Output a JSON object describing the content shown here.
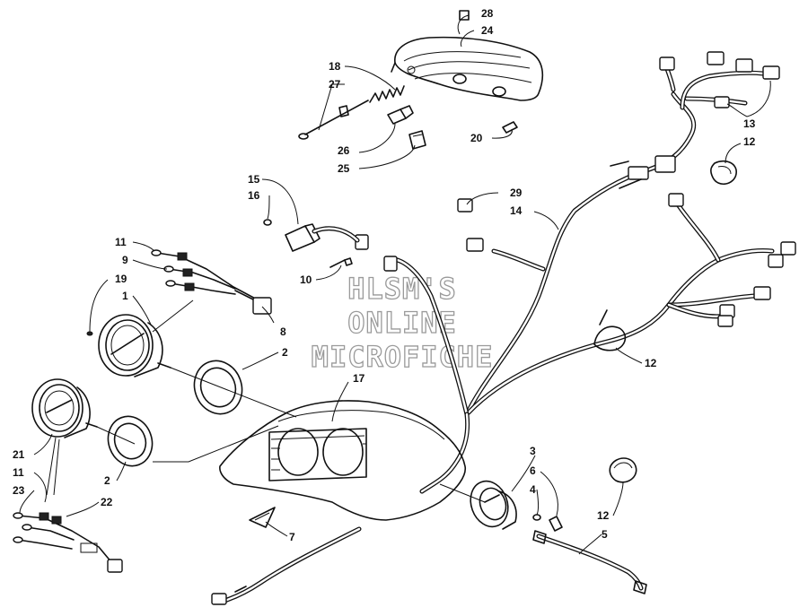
{
  "watermark": {
    "line1": "HLSM'S",
    "line2": "ONLINE",
    "line3": "MICROFICHE"
  },
  "callouts": [
    {
      "id": "c28",
      "label": "28"
    },
    {
      "id": "c24",
      "label": "24"
    },
    {
      "id": "c18",
      "label": "18"
    },
    {
      "id": "c27",
      "label": "27"
    },
    {
      "id": "c26",
      "label": "26"
    },
    {
      "id": "c25",
      "label": "25"
    },
    {
      "id": "c20",
      "label": "20"
    },
    {
      "id": "c13",
      "label": "13"
    },
    {
      "id": "c12a",
      "label": "12"
    },
    {
      "id": "c15",
      "label": "15"
    },
    {
      "id": "c16",
      "label": "16"
    },
    {
      "id": "c29",
      "label": "29"
    },
    {
      "id": "c14",
      "label": "14"
    },
    {
      "id": "c11a",
      "label": "11"
    },
    {
      "id": "c9",
      "label": "9"
    },
    {
      "id": "c10",
      "label": "10"
    },
    {
      "id": "c19",
      "label": "19"
    },
    {
      "id": "c1",
      "label": "1"
    },
    {
      "id": "c8",
      "label": "8"
    },
    {
      "id": "c2a",
      "label": "2"
    },
    {
      "id": "c12b",
      "label": "12"
    },
    {
      "id": "c17",
      "label": "17"
    },
    {
      "id": "c21",
      "label": "21"
    },
    {
      "id": "c11b",
      "label": "11"
    },
    {
      "id": "c23",
      "label": "23"
    },
    {
      "id": "c22",
      "label": "22"
    },
    {
      "id": "c2b",
      "label": "2"
    },
    {
      "id": "c3",
      "label": "3"
    },
    {
      "id": "c6",
      "label": "6"
    },
    {
      "id": "c4",
      "label": "4"
    },
    {
      "id": "c12c",
      "label": "12"
    },
    {
      "id": "c5",
      "label": "5"
    },
    {
      "id": "c7",
      "label": "7"
    }
  ]
}
